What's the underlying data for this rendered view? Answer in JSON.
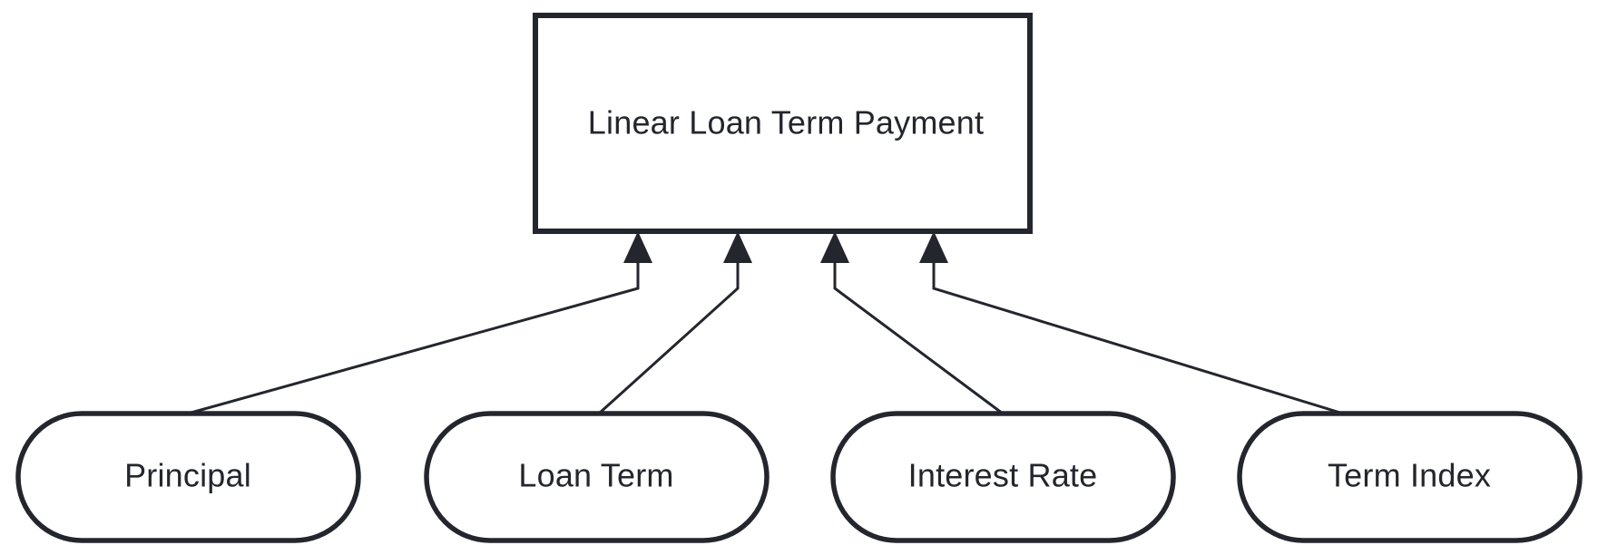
{
  "diagram": {
    "type": "flow-diagram",
    "title": "Linear Loan Term Payment",
    "background_color": "#ffffff",
    "stroke_color": "#24262e",
    "fill_color": "#ffffff",
    "process": {
      "label": "Linear Loan Term Payment",
      "shape": "rectangle"
    },
    "inputs": [
      {
        "label": "Principal",
        "shape": "stadium"
      },
      {
        "label": "Loan Term",
        "shape": "stadium"
      },
      {
        "label": "Interest Rate",
        "shape": "stadium"
      },
      {
        "label": "Term Index",
        "shape": "stadium"
      }
    ],
    "edges": [
      {
        "from": "Principal",
        "to": "Linear Loan Term Payment",
        "arrow": "up"
      },
      {
        "from": "Loan Term",
        "to": "Linear Loan Term Payment",
        "arrow": "up"
      },
      {
        "from": "Interest Rate",
        "to": "Linear Loan Term Payment",
        "arrow": "up"
      },
      {
        "from": "Term Index",
        "to": "Linear Loan Term Payment",
        "arrow": "up"
      }
    ]
  }
}
